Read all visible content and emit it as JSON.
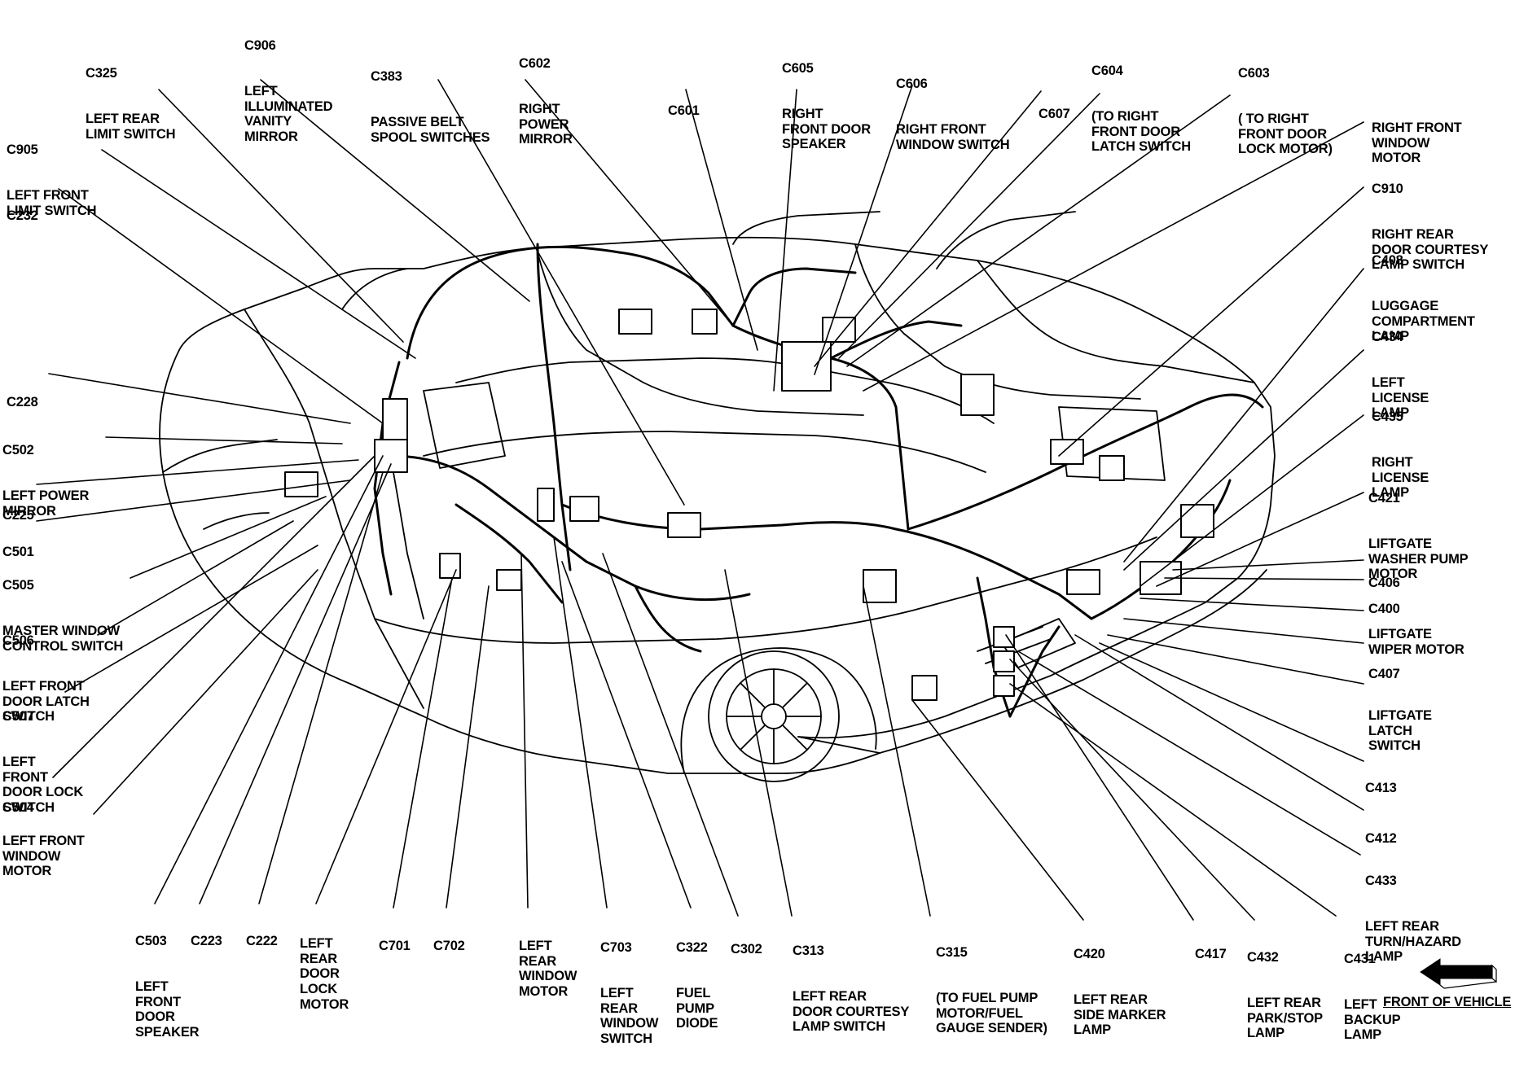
{
  "labels": {
    "c906": {
      "code": "C906",
      "desc": "LEFT\nILLUMINATED\nVANITY\nMIRROR"
    },
    "c325": {
      "code": "C325",
      "desc": "LEFT REAR\nLIMIT SWITCH"
    },
    "c383": {
      "code": "C383",
      "desc": "PASSIVE BELT\nSPOOL SWITCHES"
    },
    "c602": {
      "code": "C602",
      "desc": "RIGHT\nPOWER\nMIRROR"
    },
    "c601": {
      "code": "C601",
      "desc": ""
    },
    "c605": {
      "code": "C605",
      "desc": "RIGHT\nFRONT DOOR\nSPEAKER"
    },
    "c606": {
      "code": "C606",
      "desc": "RIGHT FRONT\nWINDOW SWITCH"
    },
    "c607": {
      "code": "C607",
      "desc": ""
    },
    "c604": {
      "code": "C604",
      "desc": "(TO RIGHT\nFRONT DOOR\nLATCH SWITCH"
    },
    "c603": {
      "code": "C603",
      "desc": "( TO RIGHT\nFRONT DOOR\nLOCK MOTOR)"
    },
    "rf_window_motor": {
      "code": "",
      "desc": "RIGHT FRONT\nWINDOW\nMOTOR"
    },
    "c910": {
      "code": "C910",
      "desc": "RIGHT REAR\nDOOR COURTESY\nLAMP SWITCH"
    },
    "c408": {
      "code": "C408",
      "desc": "LUGGAGE\nCOMPARTMENT\nLAMP"
    },
    "c434": {
      "code": "C434",
      "desc": "LEFT\nLICENSE\nLAMP"
    },
    "c435": {
      "code": "C435",
      "desc": "RIGHT\nLICENSE\nLAMP"
    },
    "c421": {
      "code": "C421",
      "desc": "LIFTGATE\nWASHER PUMP\nMOTOR"
    },
    "c406": {
      "code": "C406",
      "desc": ""
    },
    "c400": {
      "code": "C400",
      "desc": ""
    },
    "liftgate_wiper": {
      "code": "",
      "desc": "LIFTGATE\nWIPER MOTOR"
    },
    "c407": {
      "code": "C407",
      "desc": ""
    },
    "liftgate_latch": {
      "code": "",
      "desc": "LIFTGATE\nLATCH\nSWITCH"
    },
    "c413": {
      "code": "C413",
      "desc": ""
    },
    "c412": {
      "code": "C412",
      "desc": ""
    },
    "c433": {
      "code": "C433",
      "desc": "LEFT REAR\nTURN/HAZARD\nLAMP"
    },
    "c905": {
      "code": "C905",
      "desc": "LEFT FRONT\nLIMIT SWITCH"
    },
    "c232": {
      "code": "C232",
      "desc": ""
    },
    "c228": {
      "code": "C228",
      "desc": ""
    },
    "c502": {
      "code": "C502",
      "desc": "LEFT POWER\nMIRROR"
    },
    "c225": {
      "code": "C225",
      "desc": ""
    },
    "c501": {
      "code": "C501",
      "desc": ""
    },
    "c505": {
      "code": "C505",
      "desc": "MASTER WINDOW\nCONTROL SWITCH"
    },
    "c506": {
      "code": "C506",
      "desc": "LEFT FRONT\nDOOR LATCH\nSWITCH"
    },
    "c507": {
      "code": "C507",
      "desc": "LEFT\nFRONT\nDOOR LOCK\nSWITCH"
    },
    "c504": {
      "code": "C504",
      "desc": ""
    },
    "lf_window_motor": {
      "code": "",
      "desc": "LEFT FRONT\nWINDOW\nMOTOR"
    },
    "c503": {
      "code": "C503",
      "desc": "LEFT\nFRONT\nDOOR\nSPEAKER"
    },
    "c223": {
      "code": "C223",
      "desc": ""
    },
    "c222": {
      "code": "C222",
      "desc": ""
    },
    "lr_door_lock": {
      "code": "",
      "desc": "LEFT\nREAR\nDOOR\nLOCK\nMOTOR"
    },
    "c701": {
      "code": "C701",
      "desc": ""
    },
    "c702": {
      "code": "C702",
      "desc": ""
    },
    "lr_window_motor": {
      "code": "",
      "desc": "LEFT\nREAR\nWINDOW\nMOTOR"
    },
    "c703": {
      "code": "C703",
      "desc": "LEFT\nREAR\nWINDOW\nSWITCH"
    },
    "c322": {
      "code": "C322",
      "desc": "FUEL\nPUMP\nDIODE"
    },
    "c302": {
      "code": "C302",
      "desc": ""
    },
    "c313": {
      "code": "C313",
      "desc": "LEFT REAR\nDOOR COURTESY\nLAMP SWITCH"
    },
    "c315": {
      "code": "C315",
      "desc": "(TO FUEL PUMP\nMOTOR/FUEL\nGAUGE SENDER)"
    },
    "c420": {
      "code": "C420",
      "desc": "LEFT REAR\nSIDE MARKER\nLAMP"
    },
    "c417": {
      "code": "C417",
      "desc": ""
    },
    "c432": {
      "code": "C432",
      "desc": "LEFT REAR\nPARK/STOP\nLAMP"
    },
    "c431": {
      "code": "C431",
      "desc": "LEFT\nBACKUP\nLAMP"
    }
  },
  "front_of_vehicle": "FRONT OF VEHICLE"
}
